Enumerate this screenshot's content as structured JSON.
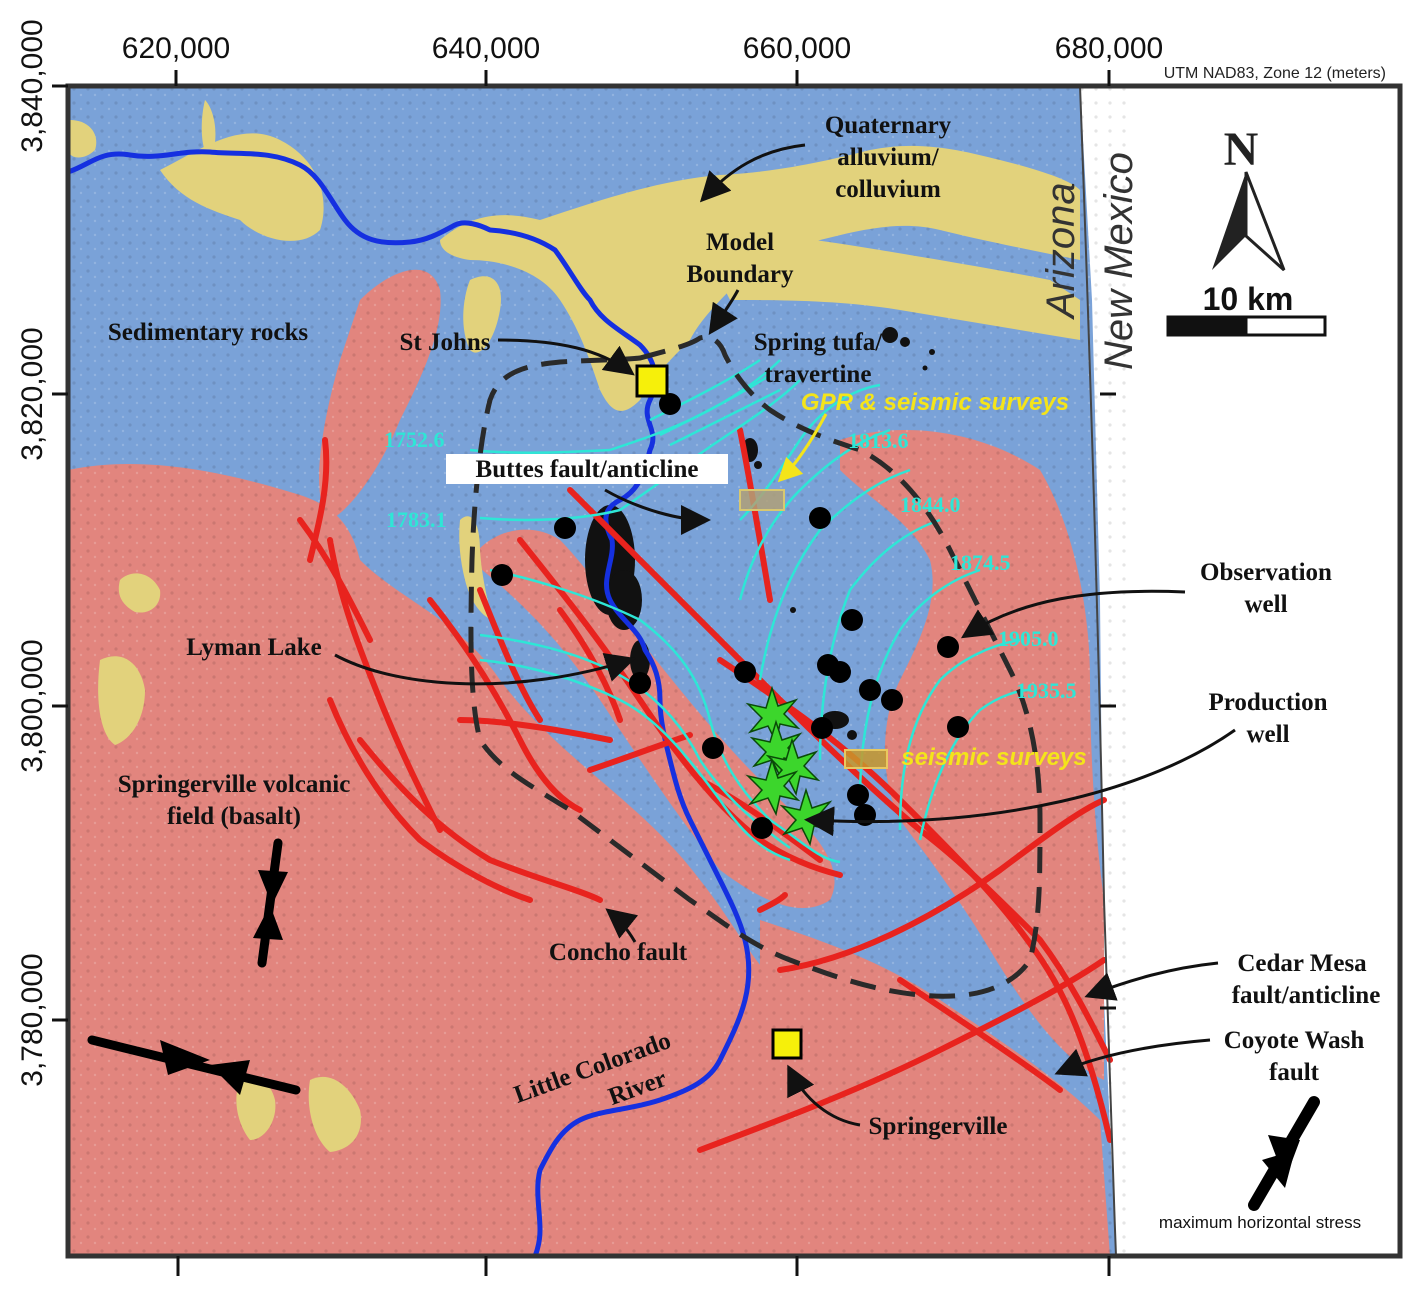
{
  "map": {
    "crs_label": "UTM NAD83, Zone 12 (meters)",
    "x_ticks": [
      "620,000",
      "640,000",
      "660,000",
      "680,000"
    ],
    "y_ticks": [
      "3,840,000",
      "3,820,000",
      "3,800,000",
      "3,780,000"
    ],
    "states": {
      "west": "Arizona",
      "east": "New Mexico"
    },
    "north_arrow": {
      "letter": "N"
    },
    "scale_bar": {
      "label": "10 km"
    },
    "stress_legend": {
      "label": "maximum horizontal stress"
    },
    "colors": {
      "sedimentary": "#7aa2d8",
      "basalt": "#e2857e",
      "alluvium": "#e2d27c",
      "fault": "#e8231e",
      "river": "#1530e0",
      "contour": "#2ee6d6",
      "boundary": "#2a2a2a"
    }
  },
  "labels": {
    "quaternary": [
      "Quaternary",
      "alluvium/",
      "colluvium"
    ],
    "model_boundary": [
      "Model",
      "Boundary"
    ],
    "sedimentary": "Sedimentary rocks",
    "st_johns": "St Johns",
    "spring_tufa": [
      "Spring tufa/",
      "travertine"
    ],
    "gpr_survey": "GPR & seismic surveys",
    "buttes_fault": "Buttes fault/anticline",
    "observation_well": [
      "Observation",
      "well"
    ],
    "lyman_lake": "Lyman Lake",
    "production_well": [
      "Production",
      "well"
    ],
    "seismic_surveys": "seismic surveys",
    "springerville_field": [
      "Springerville volcanic",
      "field (basalt)"
    ],
    "concho_fault": "Concho fault",
    "cedar_mesa": [
      "Cedar Mesa",
      "fault/anticline"
    ],
    "coyote_wash": [
      "Coyote Wash",
      "fault"
    ],
    "little_colorado": [
      "Little Colorado",
      "River"
    ],
    "springerville": "Springerville"
  },
  "contours": [
    "1752.6",
    "1783.1",
    "1813.6",
    "1844.0",
    "1874.5",
    "1905.0",
    "1935.5"
  ]
}
